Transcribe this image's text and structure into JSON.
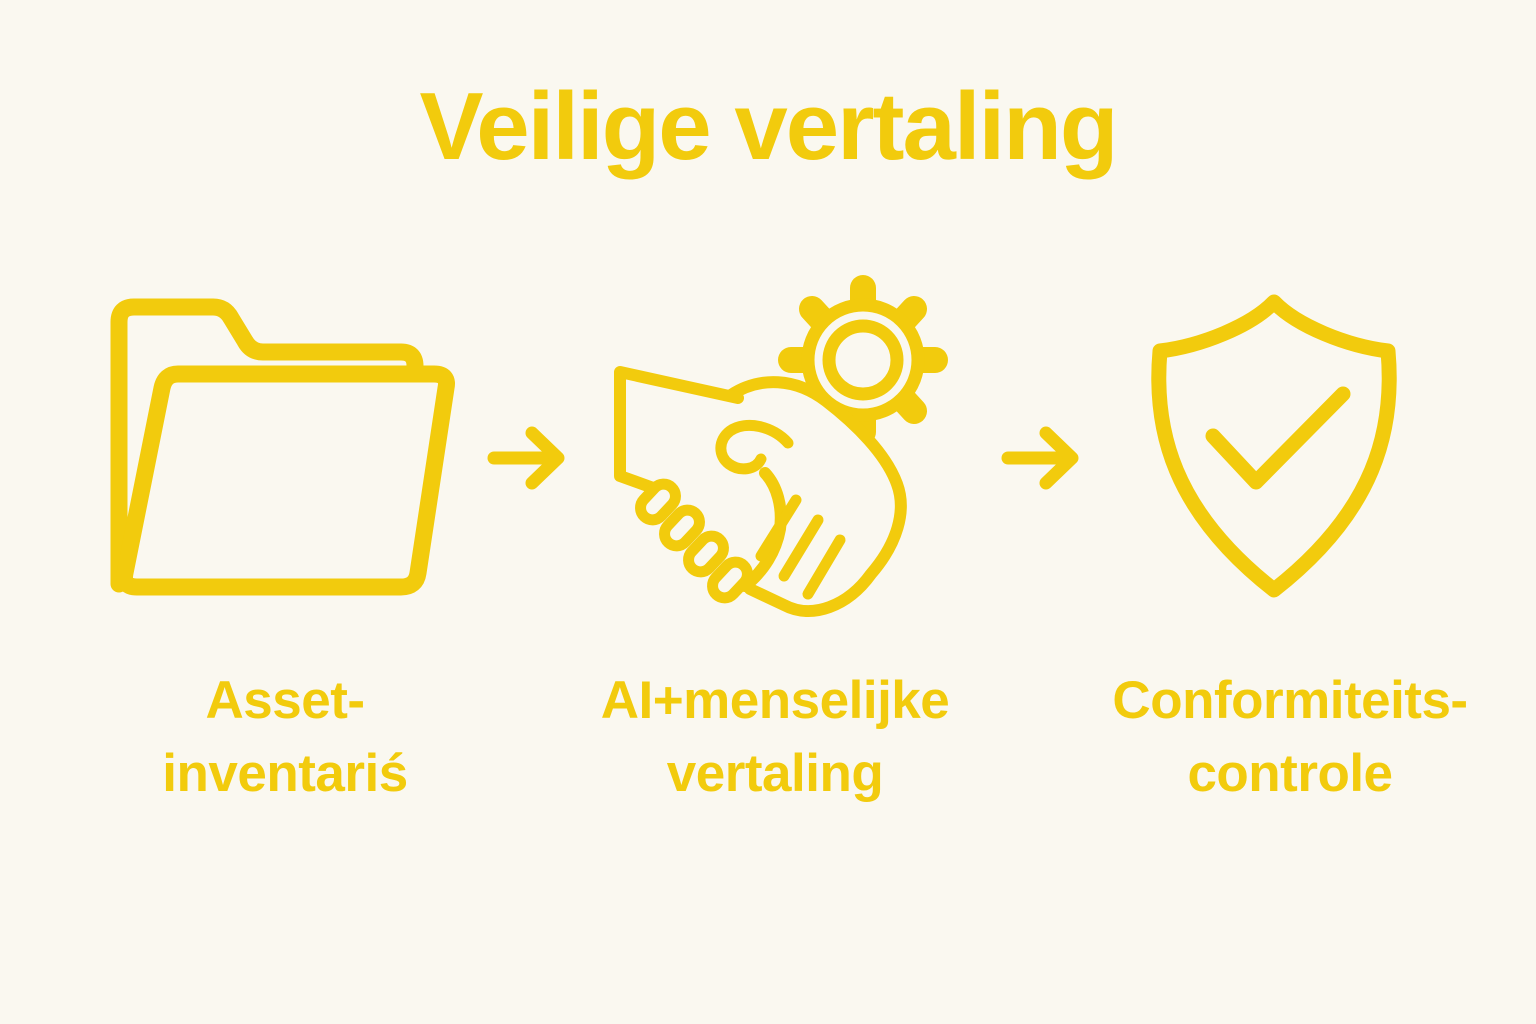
{
  "page": {
    "background": "#faf8f0",
    "accent": "#f2cb0d"
  },
  "title": "Veilige vertaling",
  "flow": {
    "connector_icon": "arrow-right-icon",
    "steps": [
      {
        "icon": "folder-icon",
        "label": [
          "Asset-",
          "inventariś"
        ]
      },
      {
        "icon": "handshake-gear-icon",
        "label": [
          "AI+menselijke",
          "vertaling"
        ]
      },
      {
        "icon": "shield-check-icon",
        "label": [
          "Conformiteits-",
          "controle"
        ]
      }
    ]
  }
}
